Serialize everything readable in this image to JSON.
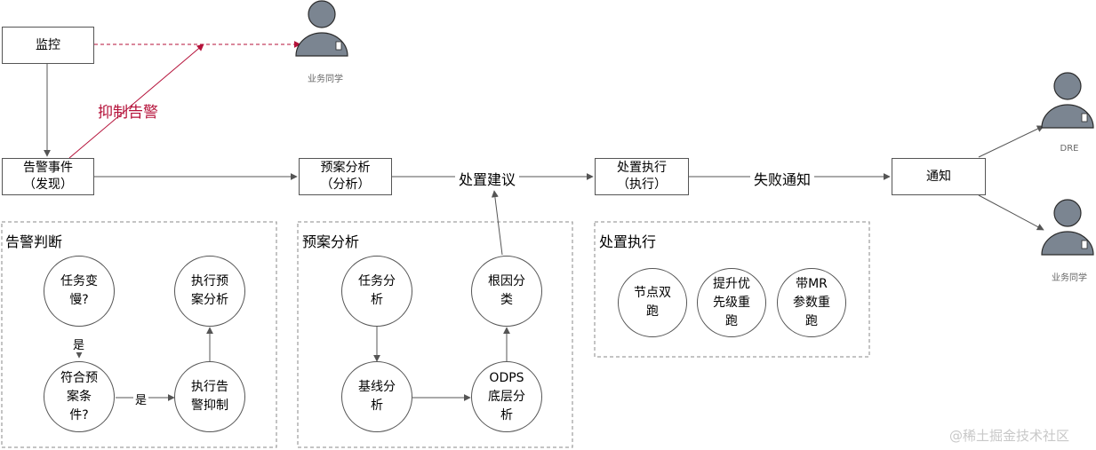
{
  "nodes": {
    "monitor": "监控",
    "alert_event": "告警事件\n（发现）",
    "plan_analysis": "预案分析\n（分析）",
    "execute": "处置执行\n（执行）",
    "notify": "通知"
  },
  "edge_labels": {
    "suppress": "抑制告警",
    "suggestion": "处置建议",
    "fail_notify": "失败通知",
    "yes_down": "是",
    "yes_right": "是"
  },
  "groups": {
    "judge": {
      "title": "告警判断",
      "circles": {
        "slow": "任务变\n慢?",
        "match": "符合预\n案条\n件?",
        "exec_suppress": "执行告\n警抑制",
        "exec_plan": "执行预\n案分析"
      }
    },
    "analysis": {
      "title": "预案分析",
      "circles": {
        "task": "任务分\n析",
        "baseline": "基线分\n析",
        "odps": "ODPS\n底层分\n析",
        "root": "根因分\n类"
      }
    },
    "execution": {
      "title": "处置执行",
      "circles": {
        "double": "节点双\n跑",
        "priority": "提升优\n先级重\n跑",
        "mr": "带MR\n参数重\n跑"
      }
    }
  },
  "persons": {
    "business_top": "业务同学",
    "dre": "DRE",
    "business_right": "业务同学"
  },
  "watermark": "@稀土掘金技术社区",
  "colors": {
    "stroke": "#555555",
    "dashed_box": "#8a8a8a",
    "accent_red": "#b5123a",
    "person_fill": "#7b8591",
    "person_stroke": "#2b2b2b"
  },
  "icons": [
    "person-icon"
  ]
}
